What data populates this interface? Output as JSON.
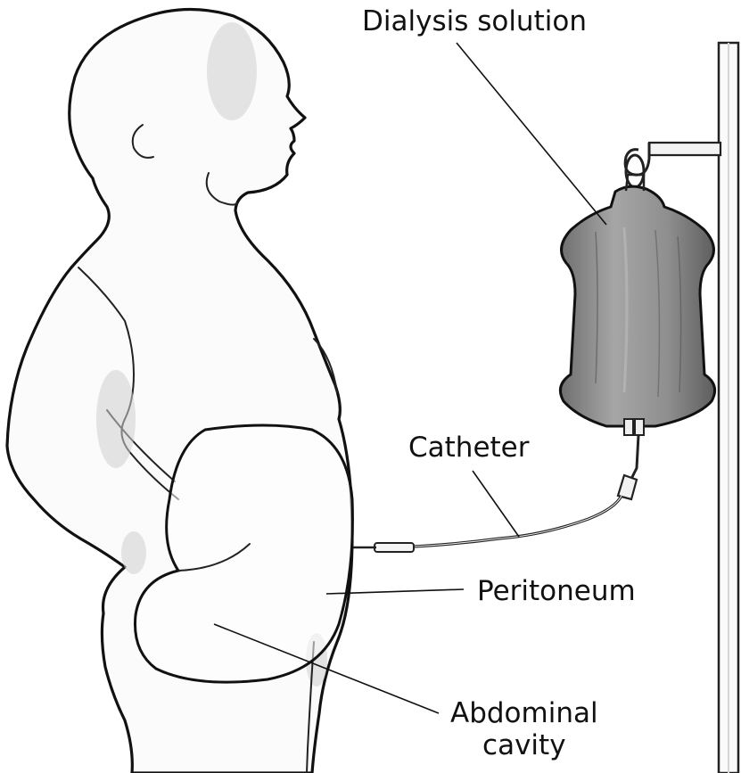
{
  "labels": {
    "dialysis_solution": "Dialysis solution",
    "catheter": "Catheter",
    "peritoneum": "Peritoneum",
    "abdominal_cavity_line1": "Abdominal",
    "abdominal_cavity_line2": "cavity"
  },
  "colors": {
    "line": "#111111",
    "bag_fill": "#8a8a8a",
    "background": "#ffffff"
  }
}
